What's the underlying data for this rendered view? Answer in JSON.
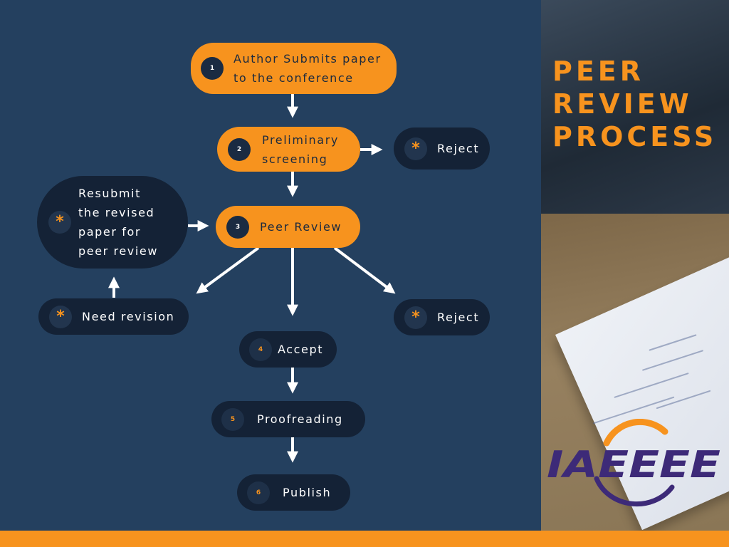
{
  "title": {
    "line1": "PEER",
    "line2": "REVIEW",
    "line3": "PROCESS"
  },
  "logo": {
    "text": "IAEEEE"
  },
  "colors": {
    "accent": "#f7931e",
    "background": "#24405f",
    "node_dark": "#142236"
  },
  "icons": {
    "bullet": "asterisk"
  },
  "steps": {
    "submit": {
      "number": "1",
      "line1": "Author Submits paper",
      "line2": "to the conference"
    },
    "screening": {
      "number": "2",
      "line1": "Preliminary",
      "line2": "screening"
    },
    "review": {
      "number": "3",
      "label": "Peer Review"
    },
    "accept": {
      "number": "4",
      "label": "Accept"
    },
    "proofreading": {
      "number": "5",
      "label": "Proofreading"
    },
    "publish": {
      "number": "6",
      "label": "Publish"
    }
  },
  "outcomes": {
    "reject_screening": {
      "icon": "*",
      "label": "Reject"
    },
    "reject_review": {
      "icon": "*",
      "label": "Reject"
    },
    "need_revision": {
      "icon": "*",
      "label": "Need revision"
    },
    "resubmit": {
      "icon": "*",
      "line1": "Resubmit",
      "line2": "the revised",
      "line3": "paper for",
      "line4": "peer review"
    }
  }
}
